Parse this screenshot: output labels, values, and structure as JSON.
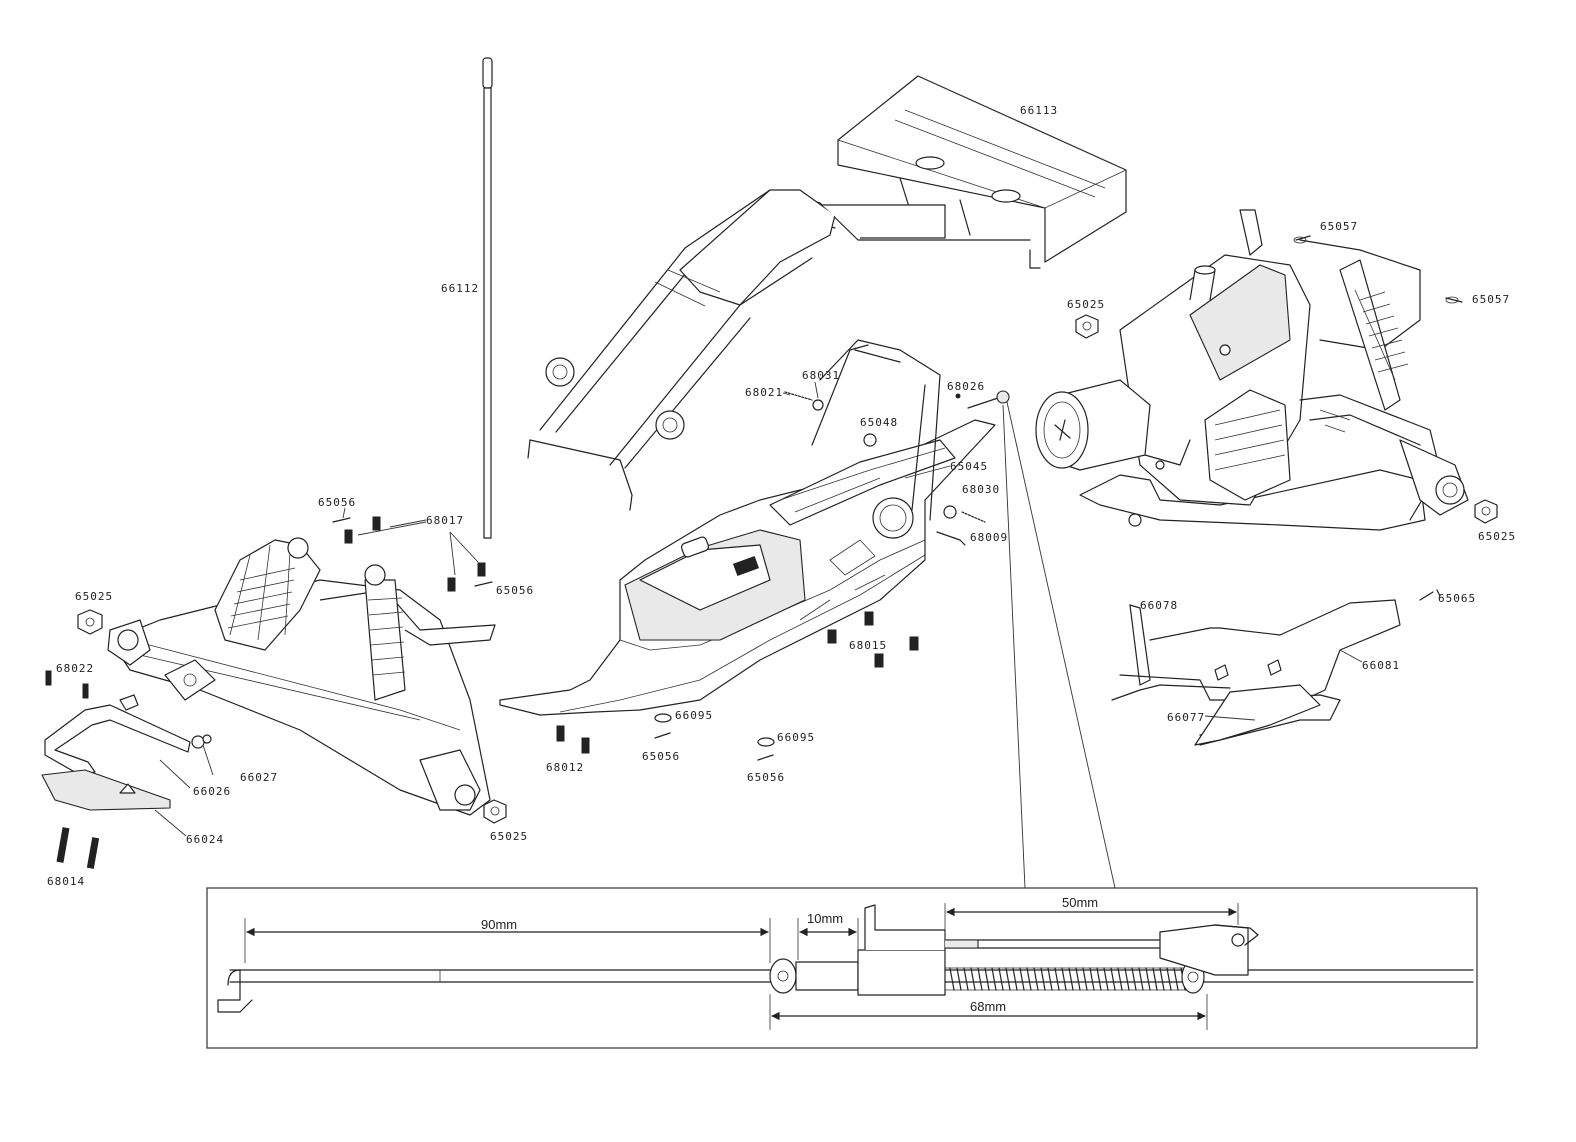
{
  "parts": {
    "p66113": "66113",
    "p66112": "66112",
    "p65057a": "65057",
    "p65057b": "65057",
    "p65025_engine": "65025",
    "p65025_engine_right": "65025",
    "p68031": "68031",
    "p68021": "68021",
    "p68026": "68026",
    "p65048": "65048",
    "p65045": "65045",
    "p68030": "68030",
    "p68009": "68009",
    "p65056_top": "65056",
    "p68017": "68017",
    "p65056_mid": "65056",
    "p65025_front_left": "65025",
    "p68022": "68022",
    "p66027": "66027",
    "p66026": "66026",
    "p66024": "66024",
    "p68014": "68014",
    "p65025_front_right": "65025",
    "p68015": "68015",
    "p66095_a": "66095",
    "p65056_a": "65056",
    "p68012": "68012",
    "p66095_b": "66095",
    "p65056_b": "65056",
    "p66078": "66078",
    "p65065": "65065",
    "p66081": "66081",
    "p66077": "66077"
  },
  "detail": {
    "dim_90": "90mm",
    "dim_10": "10mm",
    "dim_50": "50mm",
    "dim_68": "68mm"
  }
}
